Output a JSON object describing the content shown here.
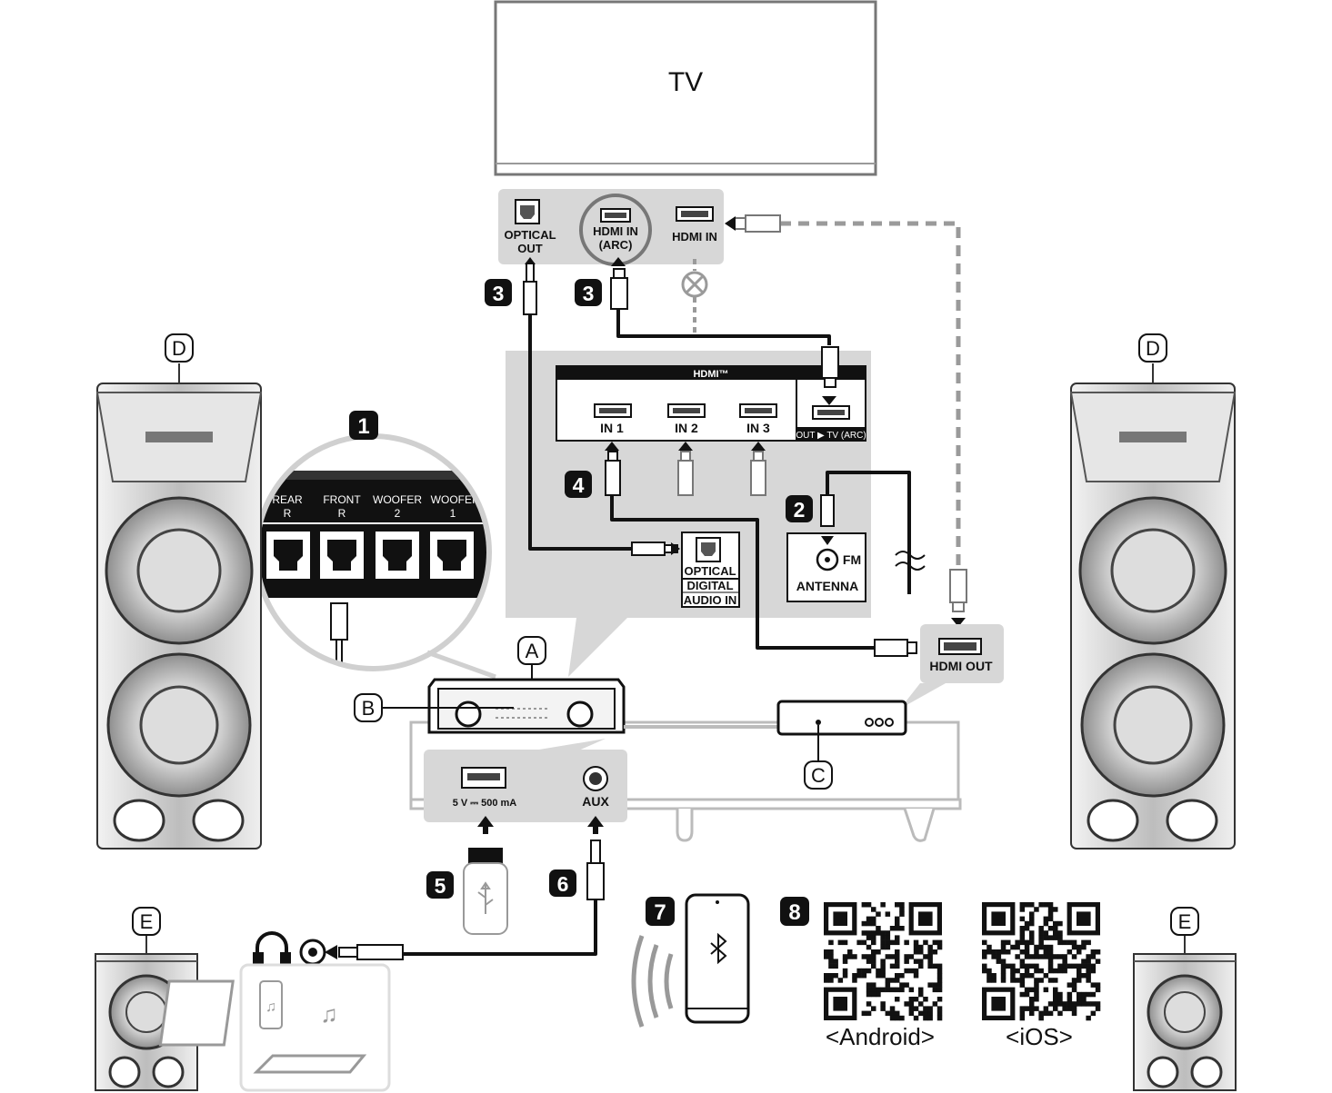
{
  "tv": {
    "label": "TV"
  },
  "tv_ports": {
    "optical_out_line1": "OPTICAL",
    "optical_out_line2": "OUT",
    "hdmi_arc_line1": "HDMI IN",
    "hdmi_arc_line2": "(ARC)",
    "hdmi_in": "HDMI IN"
  },
  "hdmi_panel": {
    "header": "HDMI™",
    "in1": "IN 1",
    "in2": "IN 2",
    "in3": "IN 3",
    "out": "OUT ▶ TV (ARC)"
  },
  "optical_in": {
    "line1": "OPTICAL",
    "line2": "DIGITAL",
    "line3": "AUDIO IN"
  },
  "antenna": {
    "fm": "FM",
    "label": "ANTENNA"
  },
  "hdmi_out": {
    "label": "HDMI OUT"
  },
  "speaker_terminals": {
    "rear": "REAR",
    "rear_ch": "R",
    "front": "FRONT",
    "front_ch": "R",
    "woofer2": "WOOFER",
    "woofer2_ch": "2",
    "woofer1": "WOOFEI",
    "woofer1_ch": "1"
  },
  "front_panel": {
    "usb": "5 V ⎓ 500 mA",
    "aux": "AUX"
  },
  "step_numbers": {
    "one": "1",
    "two": "2",
    "three_a": "3",
    "three_b": "3",
    "four": "4",
    "five": "5",
    "six": "6",
    "seven": "7",
    "eight": "8"
  },
  "callouts": {
    "a": "A",
    "b": "B",
    "c": "C",
    "d_left": "D",
    "d_right": "D",
    "e_left": "E",
    "e_right": "E"
  },
  "qr": {
    "android": "<Android>",
    "ios": "<iOS>"
  },
  "colors": {
    "panel_gray": "#d7d7d7",
    "ink": "#111111",
    "mid_gray": "#9a9a9a"
  }
}
